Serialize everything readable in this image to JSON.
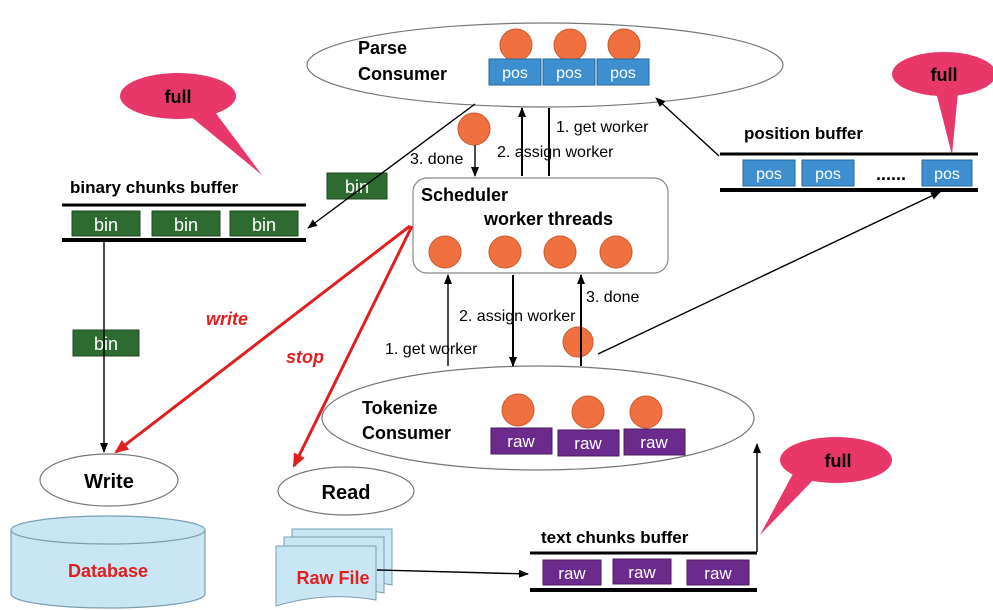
{
  "parse_consumer": {
    "line1": "Parse",
    "line2": "Consumer",
    "slots": [
      "pos",
      "pos",
      "pos"
    ]
  },
  "tokenize_consumer": {
    "line1": "Tokenize",
    "line2": "Consumer",
    "slots": [
      "raw",
      "raw",
      "raw"
    ]
  },
  "scheduler": {
    "title": "Scheduler",
    "subtitle": "worker threads"
  },
  "binary_buffer": {
    "label": "binary chunks buffer",
    "slots": [
      "bin",
      "bin",
      "bin"
    ]
  },
  "position_buffer": {
    "label": "position buffer",
    "slots": [
      "pos",
      "pos",
      "pos"
    ],
    "ellipsis": "......"
  },
  "text_buffer": {
    "label": "text chunks buffer",
    "slots": [
      "raw",
      "raw",
      "raw"
    ]
  },
  "floating_bin": [
    "bin",
    "bin"
  ],
  "full_labels": [
    "full",
    "full",
    "full"
  ],
  "nodes": {
    "write": "Write",
    "read": "Read",
    "database": "Database",
    "raw_file": "Raw File"
  },
  "edge_labels": {
    "top_get_worker": "1. get worker",
    "top_assign_worker": "2. assign worker",
    "top_done": "3. done",
    "bottom_get_worker": "1. get worker",
    "bottom_assign_worker": "2. assign worker",
    "bottom_done": "3. done",
    "write": "write",
    "stop": "stop"
  },
  "colors": {
    "worker": "#f07040",
    "pos": "#3d8fd0",
    "bin": "#2e6b30",
    "raw": "#6b2a8c",
    "callout": "#e8386a",
    "red_arrow": "#e02020",
    "red_text": "#e02020",
    "db_fill": "#c9e6f4"
  }
}
